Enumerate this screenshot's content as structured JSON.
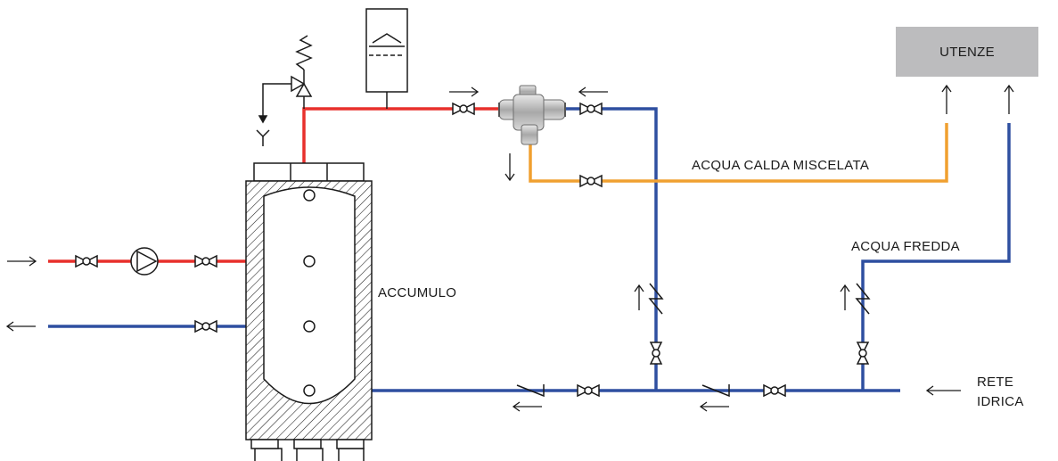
{
  "labels": {
    "utenze": "UTENZE",
    "acqua_calda_miscelata": "ACQUA CALDA MISCELATA",
    "acqua_fredda": "ACQUA FREDDA",
    "accumulo": "ACCUMULO",
    "rete_line1": "RETE",
    "rete_line2": "IDRICA"
  },
  "colors": {
    "hot": "#e8302c",
    "cold": "#2e4fa0",
    "mixed": "#f0a030",
    "symbol": "#1a1a1a",
    "box": "#bcbcbe",
    "valve_body": "#c8c8c8"
  }
}
